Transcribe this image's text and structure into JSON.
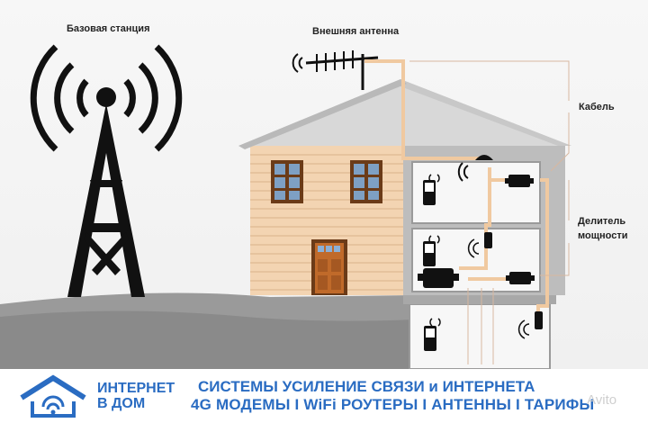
{
  "labels": {
    "base_station": "Базовая станция",
    "outdoor_antenna": "Внешняя антенна",
    "cable": "Кабель",
    "splitter_line1": "Делитель",
    "splitter_line2": "мощности"
  },
  "banner": {
    "logo_line1": "ИНТЕРНЕТ",
    "logo_line2": "В ДОМ",
    "tagline_line1": "СИСТЕМЫ УСИЛЕНИЕ СВЯЗИ и ИНТЕРНЕТА",
    "tagline_line2": "4G МОДЕМЫ I WiFi РОУТЕРЫ I АНТЕННЫ I ТАРИФЫ"
  },
  "watermark": "Avito",
  "colors": {
    "wall": "#f3d4b2",
    "wall_lines": "#d9b28a",
    "roof": "#d5d5d5",
    "cable": "#f0c9a0",
    "brand_blue": "#2a6cc2",
    "tower": "#111111"
  }
}
